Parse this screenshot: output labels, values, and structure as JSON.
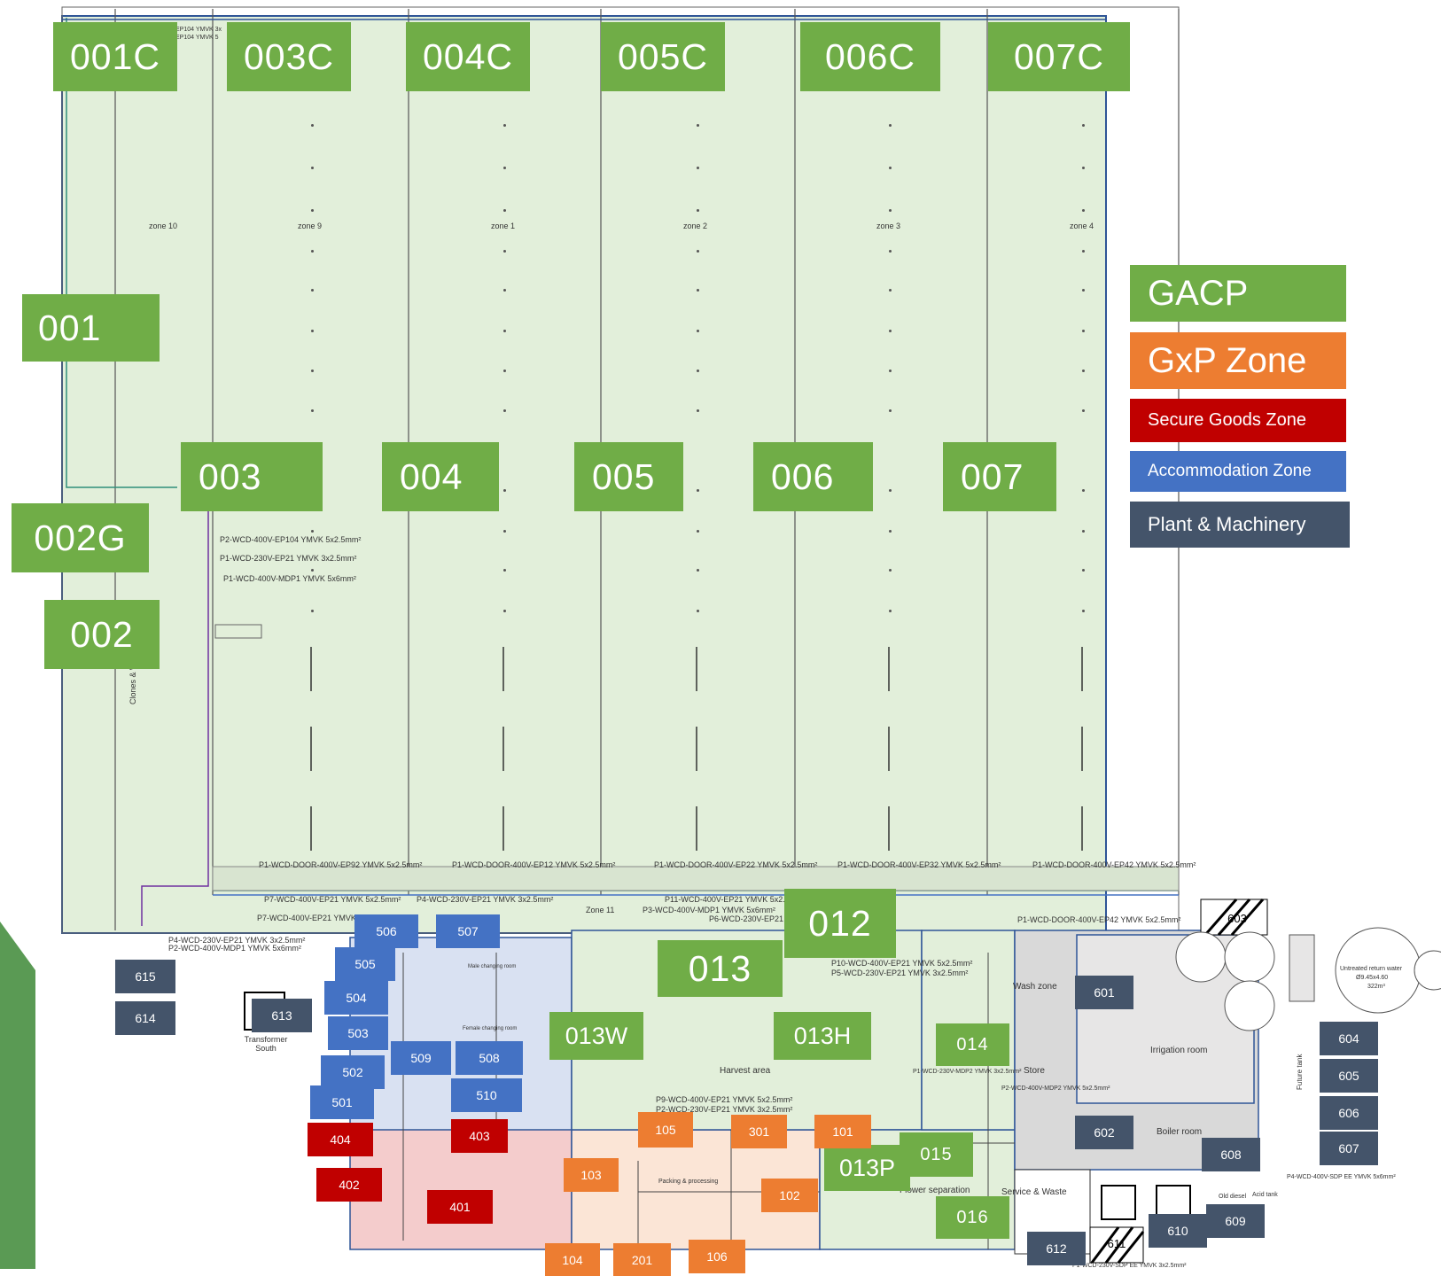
{
  "colors": {
    "gacp": "#70ad47",
    "gxp": "#ed7d31",
    "secure": "#c00000",
    "accommodation": "#4472c4",
    "plant": "#44546a"
  },
  "legend": {
    "gacp": "GACP",
    "gxp": "GxP Zone",
    "secure": "Secure Goods Zone",
    "accommodation": "Accommodation Zone",
    "plant": "Plant & Machinery"
  },
  "gacp_tags": {
    "t001c": "001C",
    "t003c": "003C",
    "t004c": "004C",
    "t005c": "005C",
    "t006c": "006C",
    "t007c": "007C",
    "t001": "001",
    "t002g": "002G",
    "t002": "002",
    "t003": "003",
    "t004": "004",
    "t005": "005",
    "t006": "006",
    "t007": "007",
    "t012": "012",
    "t013": "013",
    "t013w": "013W",
    "t013h": "013H",
    "t013p": "013P",
    "t014": "014",
    "t015": "015",
    "t016": "016"
  },
  "gxp_tags": {
    "t101": "101",
    "t102": "102",
    "t103": "103",
    "t104": "104",
    "t105": "105",
    "t106": "106",
    "t201": "201",
    "t301": "301"
  },
  "secure_tags": {
    "t401": "401",
    "t402": "402",
    "t403": "403",
    "t404": "404"
  },
  "accom_tags": {
    "t501": "501",
    "t502": "502",
    "t503": "503",
    "t504": "504",
    "t505": "505",
    "t506": "506",
    "t507": "507",
    "t508": "508",
    "t509": "509",
    "t510": "510"
  },
  "plant_tags": {
    "t601": "601",
    "t602": "602",
    "t603": "603",
    "t604": "604",
    "t605": "605",
    "t606": "606",
    "t607": "607",
    "t608": "608",
    "t609": "609",
    "t610": "610",
    "t611": "611",
    "t612": "612",
    "t613": "613",
    "t614": "614",
    "t615": "615"
  },
  "plan_labels": {
    "zone10": "zone 10",
    "zone9": "zone 9",
    "zone1": "zone 1",
    "zone2": "zone 2",
    "zone3": "zone 3",
    "zone4": "zone 4",
    "zone11": "Zone 11",
    "clones": "Clones & Working",
    "harvest": "Harvest area",
    "wash": "Wash zone",
    "store": "Store",
    "irrigation": "Irrigation room",
    "boiler": "Boiler room",
    "service": "Service & Waste",
    "flower_sep": "Flower separation",
    "transformer": "Transformer South",
    "packing": "Packing & processing",
    "male_changing": "Male changing room",
    "female_changing": "Female changing room",
    "return_water": "Untreated return water",
    "return_water_dims": "Ø9.45x4.60",
    "return_water_vol": "322m³",
    "acid_tank": "Acid tank",
    "old_diesel": "Old diesel",
    "future_tank": "Future tank",
    "cable_p1_mdp1": "P1-WCD-400V-MDP1 YMVK 5x6mm²",
    "cable_p1_ep21": "P1-WCD-230V-EP21 YMVK 3x2.5mm²",
    "cable_p2_ep104": "P2-WCD-400V-EP104 YMVK 5x2.5mm²",
    "cable_door_ep92": "P1-WCD-DOOR-400V-EP92 YMVK 5x2.5mm²",
    "cable_door_ep12": "P1-WCD-DOOR-400V-EP12 YMVK 5x2.5mm²",
    "cable_door_ep22": "P1-WCD-DOOR-400V-EP22 YMVK 5x2.5mm²",
    "cable_door_ep32": "P1-WCD-DOOR-400V-EP32 YMVK 5x2.5mm²",
    "cable_door_ep42": "P1-WCD-DOOR-400V-EP42 YMVK 5x2.5mm²",
    "cable_p7_ep21a": "P7-WCD-400V-EP21 YMVK 5x2.5mm²",
    "cable_p7_ep21b": "P7-WCD-400V-EP21 YMVK 5x2.5mm²",
    "cable_p4_ep21": "P4-WCD-230V-EP21 YMVK 3x2.5mm²",
    "cable_p4_ep21b": "P4-WCD-230V-EP21 YMVK 3x2.5mm²",
    "cable_p2_mdp1": "P2-WCD-400V-MDP1 YMVK 5x6mm²",
    "cable_p11_ep21": "P11-WCD-400V-EP21 YMVK 5x2.5mm²",
    "cable_p3_mdp1": "P3-WCD-400V-MDP1 YMVK 5x6mm²",
    "cable_p6_ep21": "P6-WCD-230V-EP21 YMVK 3x2.5mm²",
    "cable_p10_ep21": "P10-WCD-400V-EP21 YMVK 5x2.5mm²",
    "cable_p5_ep21": "P5-WCD-230V-EP21 YMVK 3x2.5mm²",
    "cable_p9_ep21": "P9-WCD-400V-EP21 YMVK 5x2.5mm²",
    "cable_p2_ep21": "P2-WCD-230V-EP21 YMVK 3x2.5mm²",
    "cable_p1_door_ep42": "P1-WCD-DOOR-400V-EP42 YMVK 5x2.5mm²",
    "cable_p4_sdp": "P4-WCD-400V-SDP EE YMVK 5x6mm²",
    "cable_p1_sdp": "P1-WCD-230V-SDP EE YMVK 3x2.5mm²",
    "cable_p1_mdp2": "P1-WCD-230V-MDP2 YMVK 3x2.5mm²",
    "cable_p2_mdp2": "P2-WCD-400V-MDP2 YMVK 5x2.5mm²",
    "cable_ep104": "EP104 YMVK 3x",
    "cable_ep104b": "EP104 YMVK 5"
  }
}
